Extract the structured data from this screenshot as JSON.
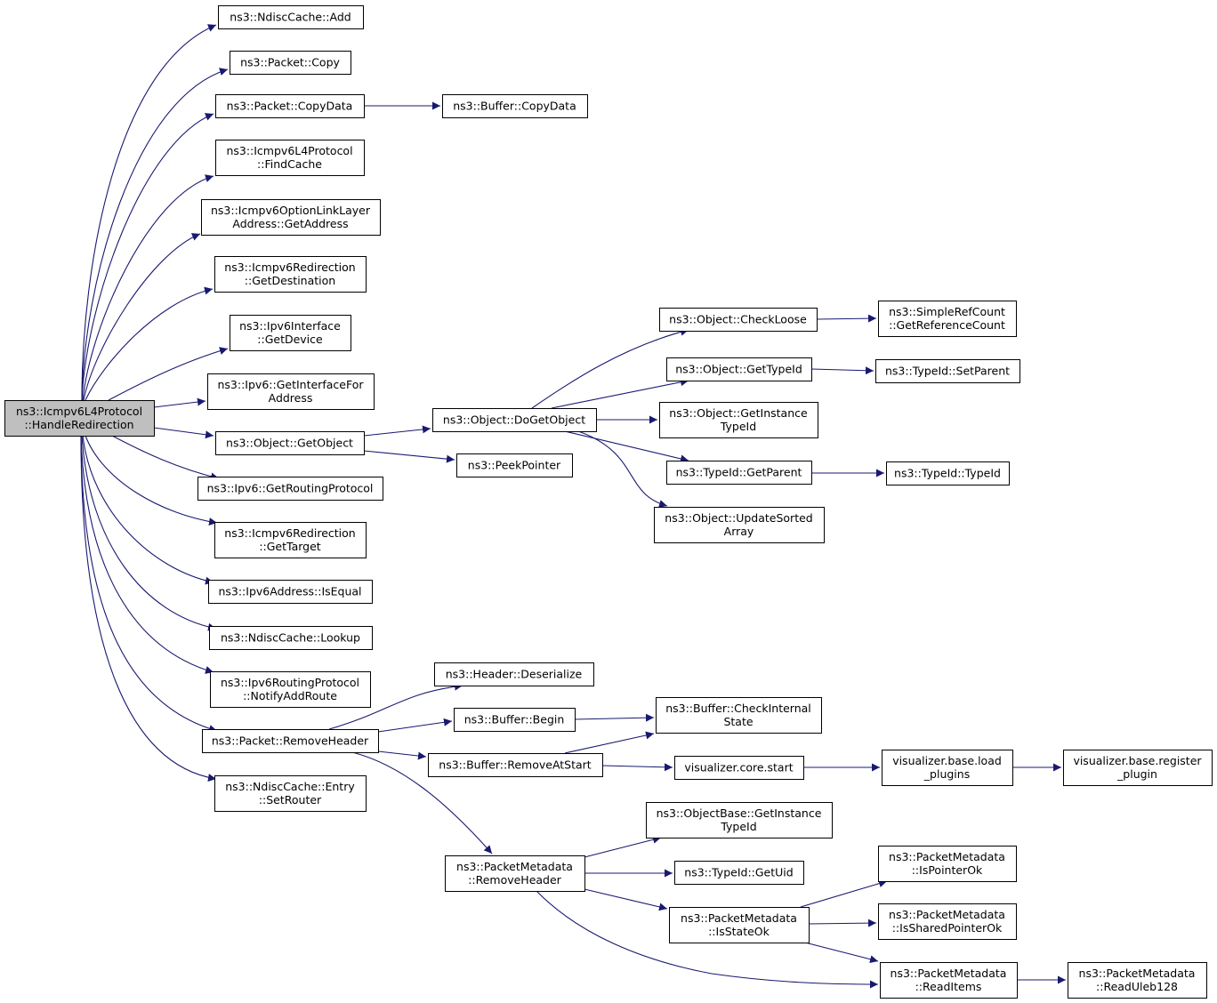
{
  "nodes": [
    {
      "id": "root",
      "lines": [
        "ns3::Icmpv6L4Protocol",
        "::HandleRedirection"
      ],
      "root": true
    },
    {
      "id": "ndisc-add",
      "lines": [
        "ns3::NdiscCache::Add"
      ]
    },
    {
      "id": "packet-copy",
      "lines": [
        "ns3::Packet::Copy"
      ]
    },
    {
      "id": "packet-copydata",
      "lines": [
        "ns3::Packet::CopyData"
      ]
    },
    {
      "id": "buffer-copydata",
      "lines": [
        "ns3::Buffer::CopyData"
      ]
    },
    {
      "id": "findcache",
      "lines": [
        "ns3::Icmpv6L4Protocol",
        "::FindCache"
      ]
    },
    {
      "id": "getaddress",
      "lines": [
        "ns3::Icmpv6OptionLinkLayer",
        "Address::GetAddress"
      ]
    },
    {
      "id": "getdestination",
      "lines": [
        "ns3::Icmpv6Redirection",
        "::GetDestination"
      ]
    },
    {
      "id": "getdevice",
      "lines": [
        "ns3::Ipv6Interface",
        "::GetDevice"
      ]
    },
    {
      "id": "getinterfacefor",
      "lines": [
        "ns3::Ipv6::GetInterfaceFor",
        "Address"
      ]
    },
    {
      "id": "object-getobject",
      "lines": [
        "ns3::Object::GetObject"
      ]
    },
    {
      "id": "getroutingprotocol",
      "lines": [
        "ns3::Ipv6::GetRoutingProtocol"
      ]
    },
    {
      "id": "gettarget",
      "lines": [
        "ns3::Icmpv6Redirection",
        "::GetTarget"
      ]
    },
    {
      "id": "isequal",
      "lines": [
        "ns3::Ipv6Address::IsEqual"
      ]
    },
    {
      "id": "lookup",
      "lines": [
        "ns3::NdiscCache::Lookup"
      ]
    },
    {
      "id": "notifyaddroute",
      "lines": [
        "ns3::Ipv6RoutingProtocol",
        "::NotifyAddRoute"
      ]
    },
    {
      "id": "packet-removeheader",
      "lines": [
        "ns3::Packet::RemoveHeader"
      ]
    },
    {
      "id": "setrouter",
      "lines": [
        "ns3::NdiscCache::Entry",
        "::SetRouter"
      ]
    },
    {
      "id": "dogetobject",
      "lines": [
        "ns3::Object::DoGetObject"
      ]
    },
    {
      "id": "peekpointer",
      "lines": [
        "ns3::PeekPointer"
      ]
    },
    {
      "id": "checkloose",
      "lines": [
        "ns3::Object::CheckLoose"
      ]
    },
    {
      "id": "getreferencecount",
      "lines": [
        "ns3::SimpleRefCount",
        "::GetReferenceCount"
      ]
    },
    {
      "id": "object-gettypeid",
      "lines": [
        "ns3::Object::GetTypeId"
      ]
    },
    {
      "id": "setparent",
      "lines": [
        "ns3::TypeId::SetParent"
      ]
    },
    {
      "id": "getinstancetypeid",
      "lines": [
        "ns3::Object::GetInstance",
        "TypeId"
      ]
    },
    {
      "id": "getparent",
      "lines": [
        "ns3::TypeId::GetParent"
      ]
    },
    {
      "id": "typeid-typeid",
      "lines": [
        "ns3::TypeId::TypeId"
      ]
    },
    {
      "id": "updatesortedarray",
      "lines": [
        "ns3::Object::UpdateSorted",
        "Array"
      ]
    },
    {
      "id": "deserialize",
      "lines": [
        "ns3::Header::Deserialize"
      ]
    },
    {
      "id": "buffer-begin",
      "lines": [
        "ns3::Buffer::Begin"
      ]
    },
    {
      "id": "checkinternalstate",
      "lines": [
        "ns3::Buffer::CheckInternal",
        "State"
      ]
    },
    {
      "id": "removeatstart",
      "lines": [
        "ns3::Buffer::RemoveAtStart"
      ]
    },
    {
      "id": "viz-core-start",
      "lines": [
        "visualizer.core.start"
      ]
    },
    {
      "id": "viz-load-plugins",
      "lines": [
        "visualizer.base.load",
        "_plugins"
      ]
    },
    {
      "id": "viz-register-plugin",
      "lines": [
        "visualizer.base.register",
        "_plugin"
      ]
    },
    {
      "id": "objectbase-getinstancetypeid",
      "lines": [
        "ns3::ObjectBase::GetInstance",
        "TypeId"
      ]
    },
    {
      "id": "pm-removeheader",
      "lines": [
        "ns3::PacketMetadata",
        "::RemoveHeader"
      ]
    },
    {
      "id": "getuid",
      "lines": [
        "ns3::TypeId::GetUid"
      ]
    },
    {
      "id": "ispointerok",
      "lines": [
        "ns3::PacketMetadata",
        "::IsPointerOk"
      ]
    },
    {
      "id": "isstateok",
      "lines": [
        "ns3::PacketMetadata",
        "::IsStateOk"
      ]
    },
    {
      "id": "issharedpointerok",
      "lines": [
        "ns3::PacketMetadata",
        "::IsSharedPointerOk"
      ]
    },
    {
      "id": "readitems",
      "lines": [
        "ns3::PacketMetadata",
        "::ReadItems"
      ]
    },
    {
      "id": "readuleb128",
      "lines": [
        "ns3::PacketMetadata",
        "::ReadUleb128"
      ]
    }
  ],
  "edges": [
    [
      "root",
      "ndisc-add"
    ],
    [
      "root",
      "packet-copy"
    ],
    [
      "root",
      "packet-copydata"
    ],
    [
      "root",
      "findcache"
    ],
    [
      "root",
      "getaddress"
    ],
    [
      "root",
      "getdestination"
    ],
    [
      "root",
      "getdevice"
    ],
    [
      "root",
      "getinterfacefor"
    ],
    [
      "root",
      "object-getobject"
    ],
    [
      "root",
      "getroutingprotocol"
    ],
    [
      "root",
      "gettarget"
    ],
    [
      "root",
      "isequal"
    ],
    [
      "root",
      "lookup"
    ],
    [
      "root",
      "notifyaddroute"
    ],
    [
      "root",
      "packet-removeheader"
    ],
    [
      "root",
      "setrouter"
    ],
    [
      "packet-copydata",
      "buffer-copydata"
    ],
    [
      "object-getobject",
      "dogetobject"
    ],
    [
      "object-getobject",
      "peekpointer"
    ],
    [
      "dogetobject",
      "checkloose"
    ],
    [
      "dogetobject",
      "object-gettypeid"
    ],
    [
      "dogetobject",
      "getinstancetypeid"
    ],
    [
      "dogetobject",
      "getparent"
    ],
    [
      "dogetobject",
      "updatesortedarray"
    ],
    [
      "checkloose",
      "getreferencecount"
    ],
    [
      "object-gettypeid",
      "setparent"
    ],
    [
      "getparent",
      "typeid-typeid"
    ],
    [
      "packet-removeheader",
      "deserialize"
    ],
    [
      "packet-removeheader",
      "buffer-begin"
    ],
    [
      "packet-removeheader",
      "removeatstart"
    ],
    [
      "packet-removeheader",
      "pm-removeheader"
    ],
    [
      "buffer-begin",
      "checkinternalstate"
    ],
    [
      "removeatstart",
      "checkinternalstate"
    ],
    [
      "removeatstart",
      "viz-core-start"
    ],
    [
      "viz-core-start",
      "viz-load-plugins"
    ],
    [
      "viz-load-plugins",
      "viz-register-plugin"
    ],
    [
      "pm-removeheader",
      "objectbase-getinstancetypeid"
    ],
    [
      "pm-removeheader",
      "getuid"
    ],
    [
      "pm-removeheader",
      "isstateok"
    ],
    [
      "pm-removeheader",
      "readitems"
    ],
    [
      "isstateok",
      "ispointerok"
    ],
    [
      "isstateok",
      "issharedpointerok"
    ],
    [
      "isstateok",
      "readitems"
    ],
    [
      "readitems",
      "readuleb128"
    ]
  ]
}
